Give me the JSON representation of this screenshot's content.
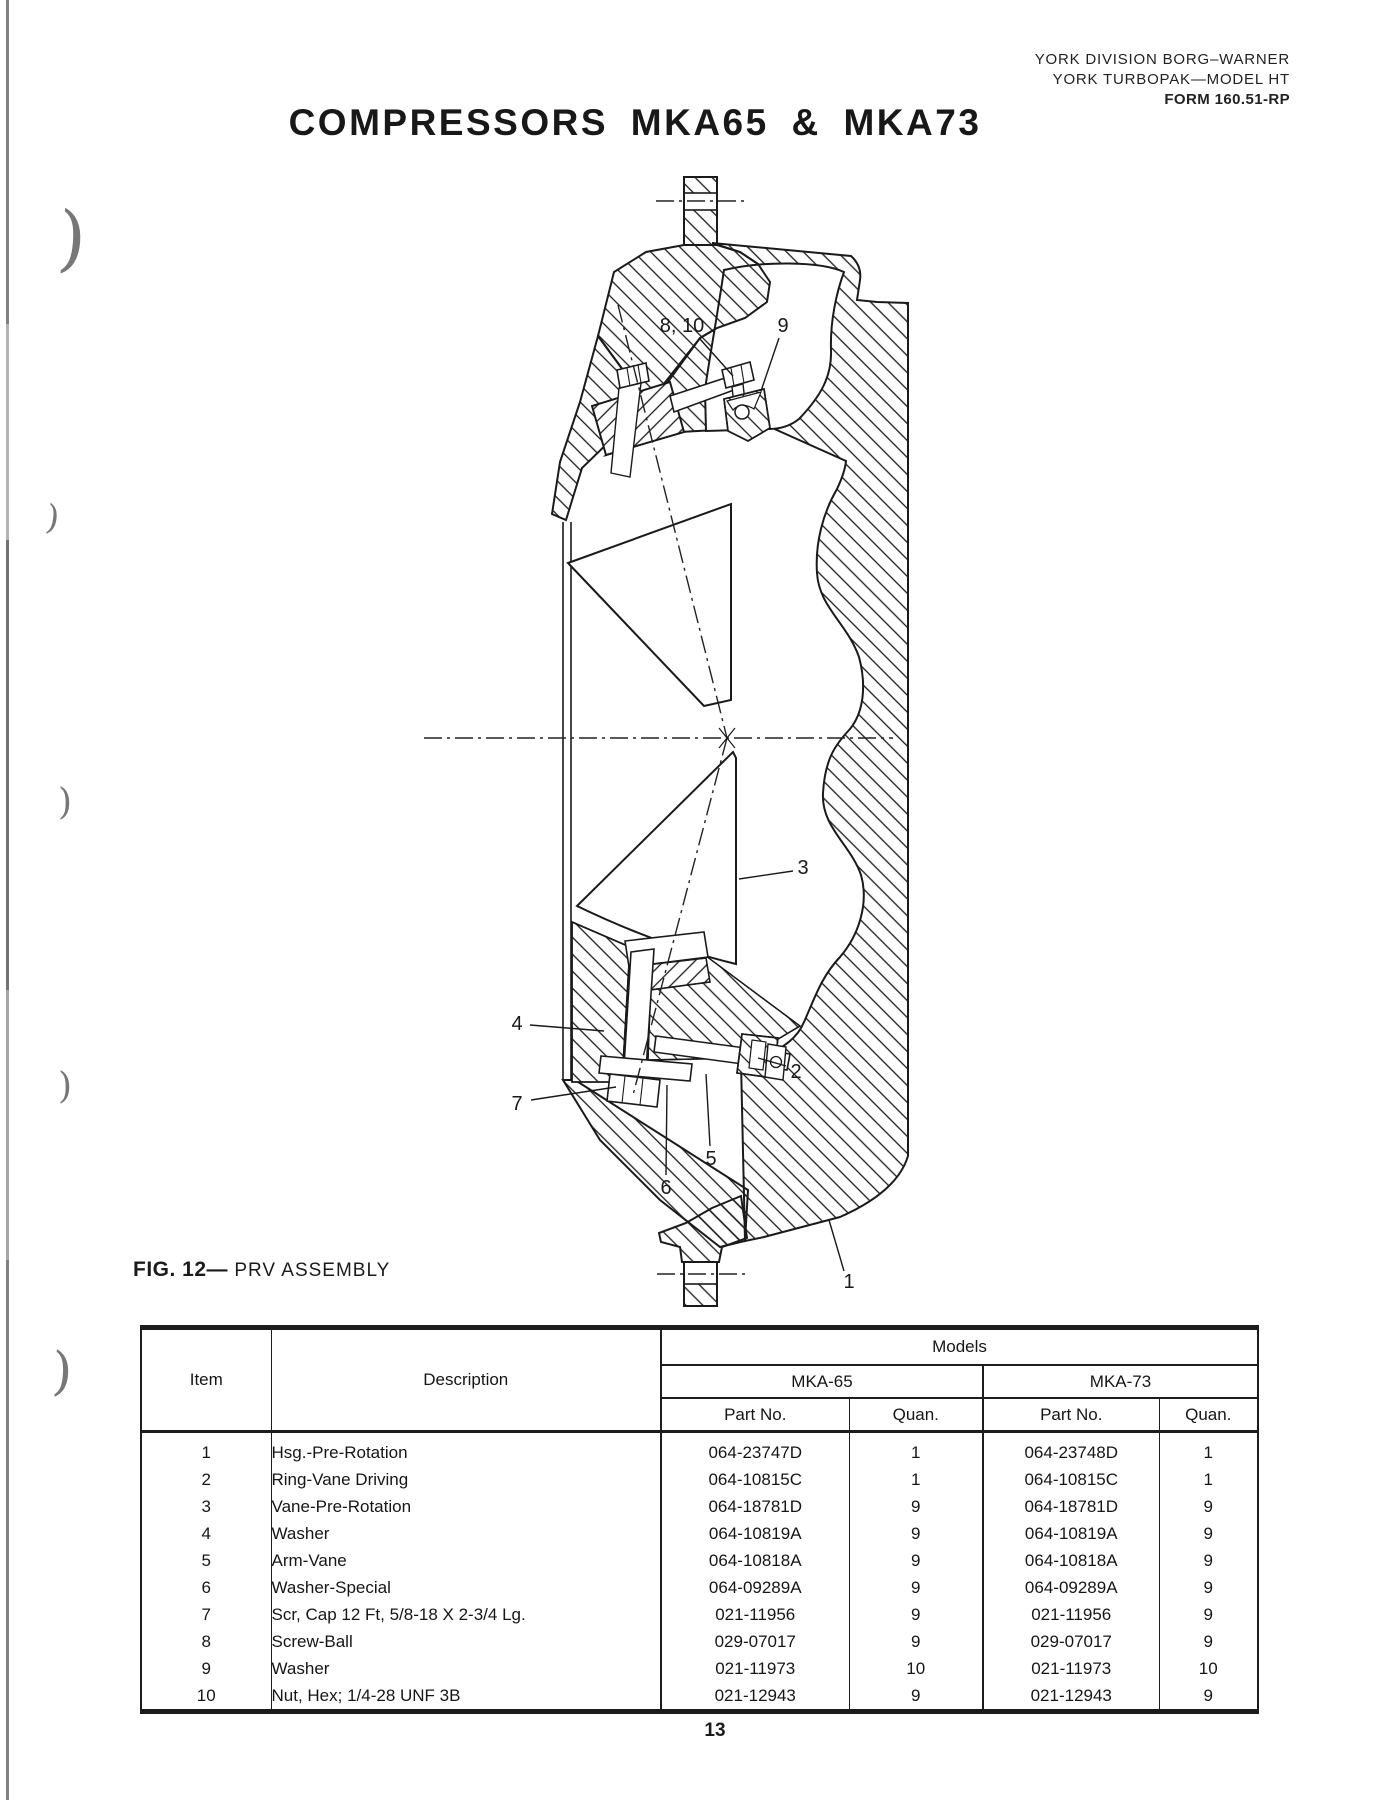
{
  "header": {
    "line1": "YORK DIVISION  BORG–WARNER",
    "line2": "YORK TURBOPAK—MODEL HT",
    "line3": "FORM 160.51-RP"
  },
  "title": "COMPRESSORS MKA65 & MKA73",
  "figure": {
    "label": "FIG. 12—",
    "caption": "PRV ASSEMBLY",
    "callouts": [
      "8, 10",
      "9",
      "3",
      "4",
      "2",
      "7",
      "5",
      "6",
      "1"
    ]
  },
  "table": {
    "col_item": "Item",
    "col_description": "Description",
    "col_models": "Models",
    "model_a": "MKA-65",
    "model_b": "MKA-73",
    "col_part": "Part No.",
    "col_quan": "Quan.",
    "rows": [
      {
        "item": "1",
        "description": "Hsg.-Pre-Rotation",
        "a_part": "064-23747D",
        "a_quan": "1",
        "b_part": "064-23748D",
        "b_quan": "1"
      },
      {
        "item": "2",
        "description": "Ring-Vane Driving",
        "a_part": "064-10815C",
        "a_quan": "1",
        "b_part": "064-10815C",
        "b_quan": "1"
      },
      {
        "item": "3",
        "description": "Vane-Pre-Rotation",
        "a_part": "064-18781D",
        "a_quan": "9",
        "b_part": "064-18781D",
        "b_quan": "9"
      },
      {
        "item": "4",
        "description": "Washer",
        "a_part": "064-10819A",
        "a_quan": "9",
        "b_part": "064-10819A",
        "b_quan": "9"
      },
      {
        "item": "5",
        "description": "Arm-Vane",
        "a_part": "064-10818A",
        "a_quan": "9",
        "b_part": "064-10818A",
        "b_quan": "9"
      },
      {
        "item": "6",
        "description": "Washer-Special",
        "a_part": "064-09289A",
        "a_quan": "9",
        "b_part": "064-09289A",
        "b_quan": "9"
      },
      {
        "item": "7",
        "description": "Scr, Cap 12 Ft, 5/8-18 X 2-3/4 Lg.",
        "a_part": "021-11956",
        "a_quan": "9",
        "b_part": "021-11956",
        "b_quan": "9"
      },
      {
        "item": "8",
        "description": "Screw-Ball",
        "a_part": "029-07017",
        "a_quan": "9",
        "b_part": "029-07017",
        "b_quan": "9"
      },
      {
        "item": "9",
        "description": "Washer",
        "a_part": "021-11973",
        "a_quan": "10",
        "b_part": "021-11973",
        "b_quan": "10"
      },
      {
        "item": "10",
        "description": "Nut, Hex; 1/4-28 UNF 3B",
        "a_part": "021-12943",
        "a_quan": "9",
        "b_part": "021-12943",
        "b_quan": "9"
      }
    ]
  },
  "page": {
    "number": "13"
  },
  "artifacts": {
    "marks": [
      ")",
      ")",
      ")",
      ")",
      ")"
    ]
  },
  "colors": {
    "ink": "#1a1a1a",
    "paper": "#ffffff"
  }
}
